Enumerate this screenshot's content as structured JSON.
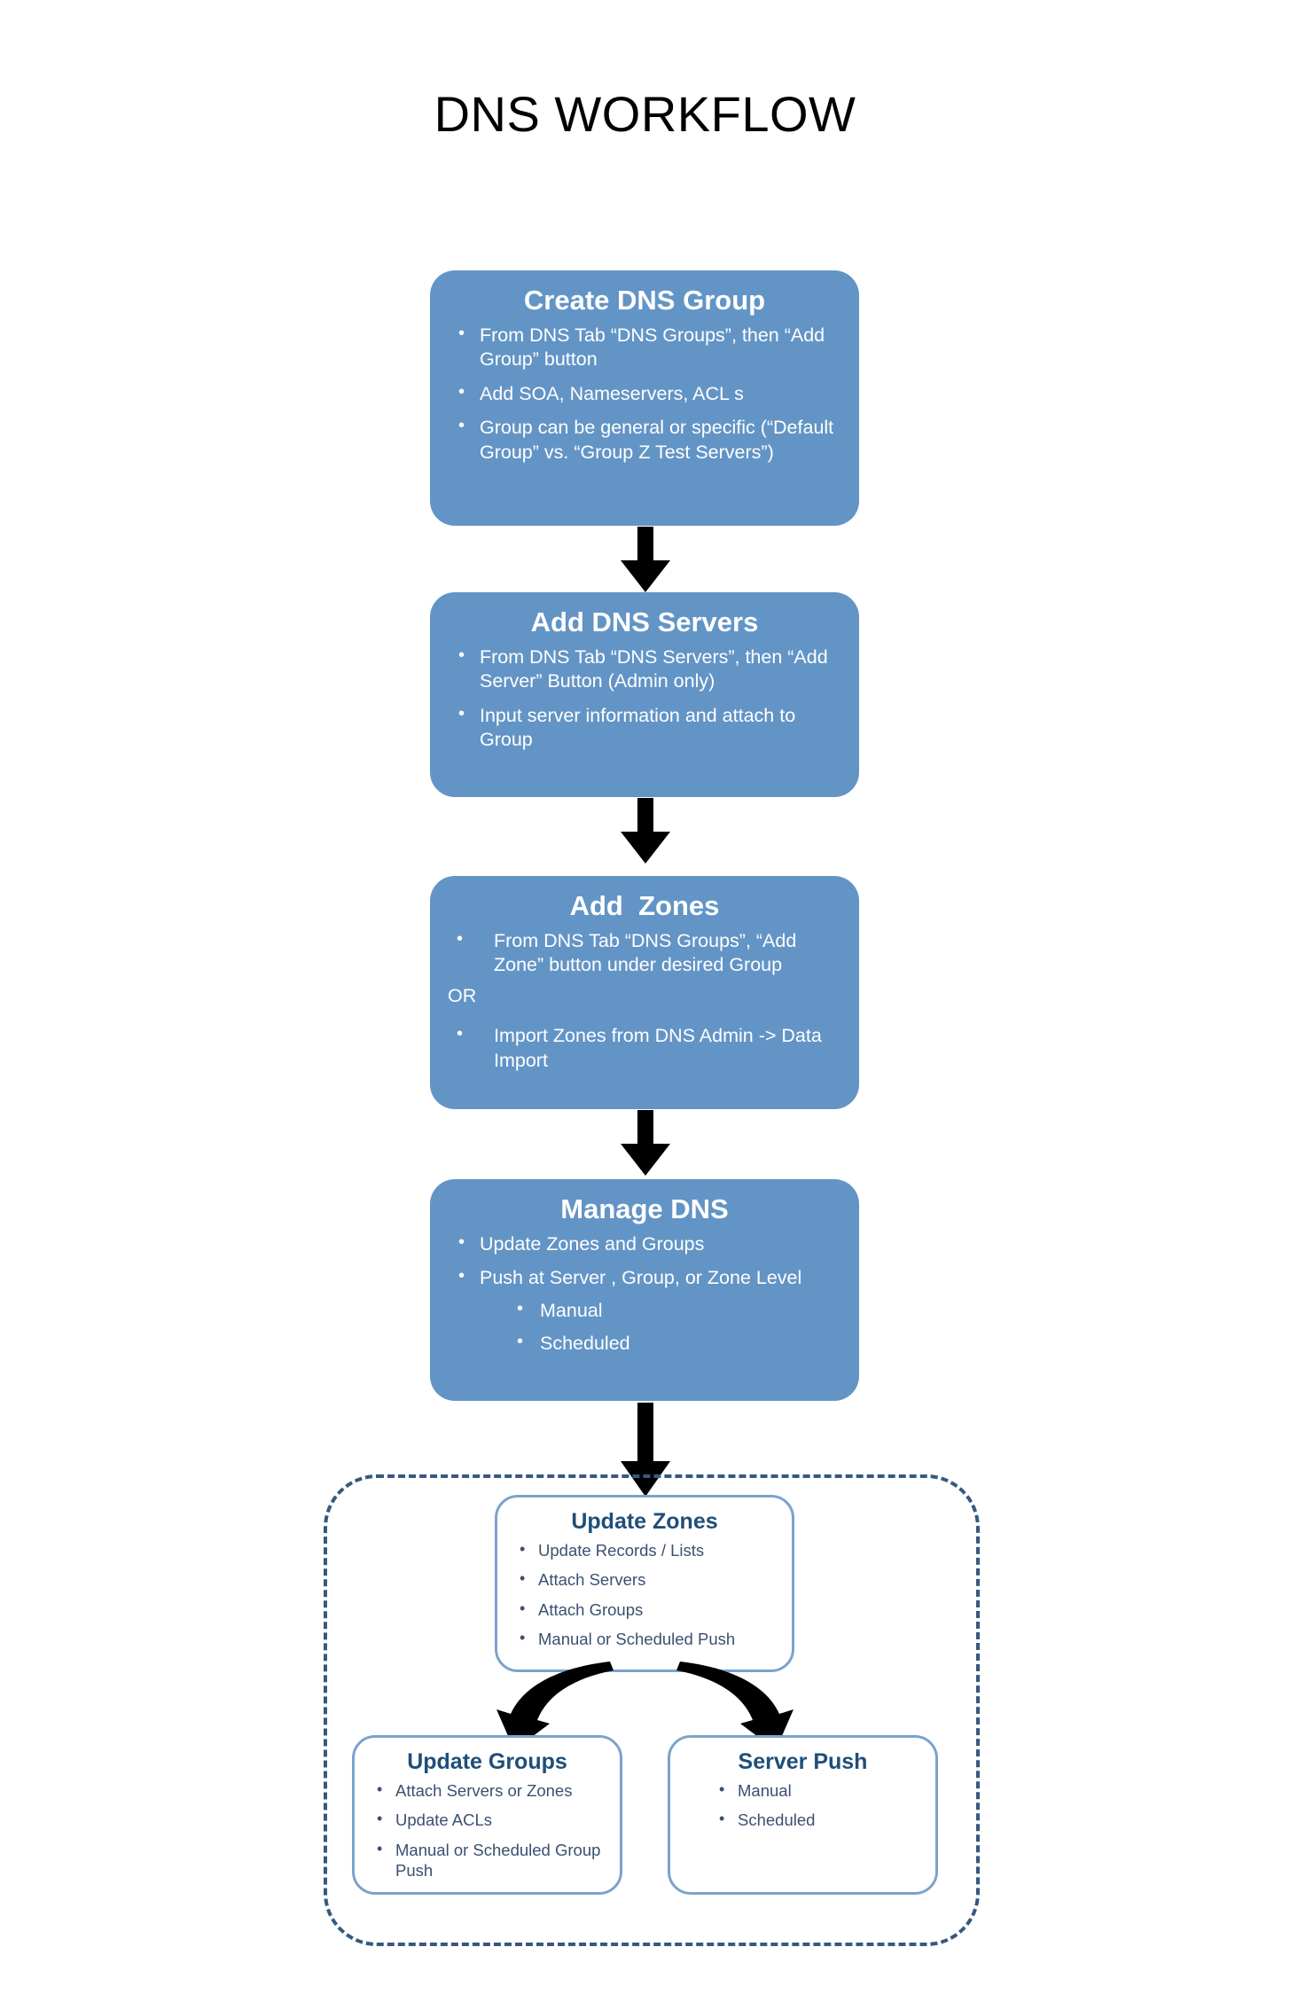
{
  "title": "DNS WORKFLOW",
  "colors": {
    "stage_fill": "#6394c6",
    "stage_text": "#ffffff",
    "outline_border": "#7ba3cc",
    "outline_title_text": "#1f4e79",
    "outline_body_text": "#3a5070",
    "dashed_border": "#35597f",
    "arrow": "#000000",
    "background": "#ffffff"
  },
  "stages": [
    {
      "id": "create-dns-group",
      "title": "Create DNS Group",
      "bullets": [
        "From DNS Tab “DNS Groups”, then “Add Group” button",
        "Add SOA, Nameservers, ACL s",
        "Group can be general or specific (“Default Group” vs. “Group Z Test Servers”)"
      ]
    },
    {
      "id": "add-dns-servers",
      "title": "Add DNS Servers",
      "bullets": [
        "From DNS Tab “DNS Servers”, then “Add Server” Button (Admin only)",
        "Input server information and attach to Group"
      ]
    },
    {
      "id": "add-zones",
      "title": "Add  Zones",
      "bullets_before_or": [
        "From DNS Tab “DNS Groups”, “Add Zone” button under desired Group"
      ],
      "separator": "OR",
      "bullets_after_or": [
        "Import Zones from DNS Admin -> Data Import"
      ]
    },
    {
      "id": "manage-dns",
      "title": "Manage DNS",
      "bullets": [
        "Update Zones and Groups",
        "Push at Server , Group, or Zone Level"
      ],
      "sub_bullets": [
        "Manual",
        "Scheduled"
      ]
    }
  ],
  "detail_group": {
    "update_zones": {
      "id": "update-zones",
      "title": "Update Zones",
      "bullets": [
        "Update Records / Lists",
        "Attach Servers",
        "Attach Groups",
        "Manual or Scheduled Push"
      ]
    },
    "update_groups": {
      "id": "update-groups",
      "title": "Update Groups",
      "bullets": [
        "Attach Servers or Zones",
        "Update ACLs",
        "Manual or Scheduled Group Push"
      ]
    },
    "server_push": {
      "id": "server-push",
      "title": "Server Push",
      "bullets": [
        "Manual",
        "Scheduled"
      ]
    }
  },
  "connectors": [
    {
      "id": "arrow-create-to-servers",
      "type": "straight-down-arrow"
    },
    {
      "id": "arrow-servers-to-zones",
      "type": "straight-down-arrow"
    },
    {
      "id": "arrow-zones-to-manage",
      "type": "straight-down-arrow"
    },
    {
      "id": "arrow-manage-to-detail",
      "type": "straight-down-arrow"
    },
    {
      "id": "arrow-updatezones-to-updategroups",
      "type": "curved-down-left-arrow"
    },
    {
      "id": "arrow-updatezones-to-serverpush",
      "type": "curved-down-right-arrow"
    }
  ]
}
